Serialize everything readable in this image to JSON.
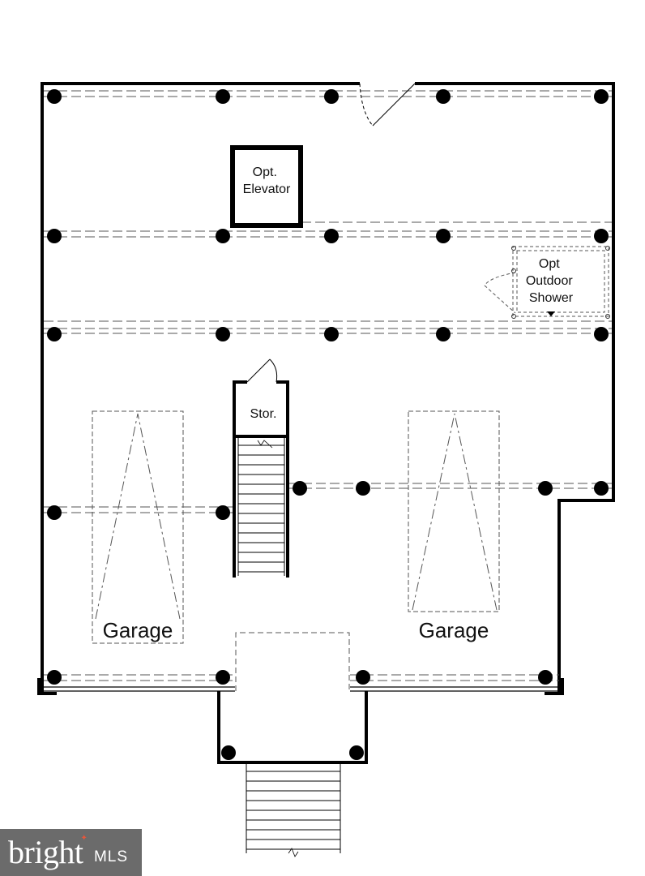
{
  "rooms": {
    "elevator": [
      "Opt.",
      "Elevator"
    ],
    "shower": [
      "Opt",
      "Outdoor",
      "Shower"
    ],
    "storage": "Stor.",
    "garage_left": "Garage",
    "garage_right": "Garage"
  },
  "watermark": {
    "brand": "bright",
    "suffix": "MLS",
    "accent_color": "#e8563a"
  },
  "colors": {
    "wall": "#000000",
    "dashed": "#555555",
    "background": "#ffffff"
  }
}
